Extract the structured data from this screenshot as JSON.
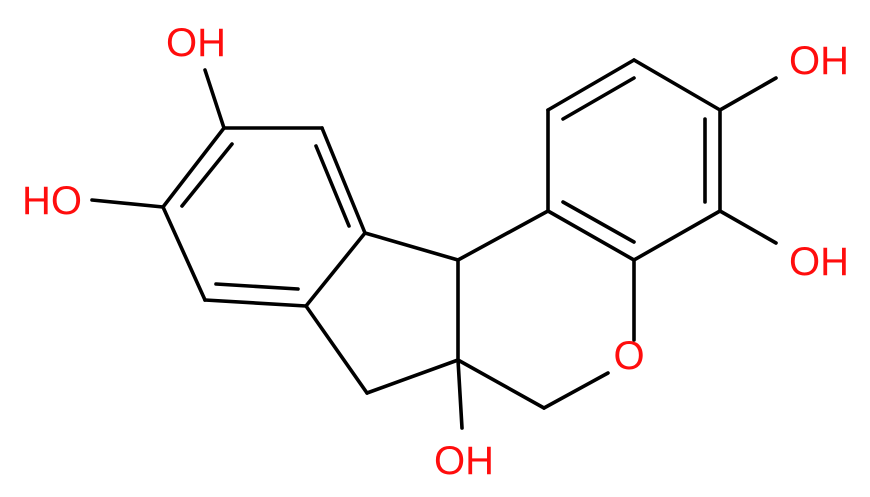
{
  "molecule": {
    "colors": {
      "bond": "#000000",
      "heteroatom_oxygen": "#ff0d0d",
      "background": "#ffffff"
    },
    "labels": {
      "oh_top_left": "OH",
      "oh_left": "HO",
      "oh_top_right": "OH",
      "oh_right": "OH",
      "ring_oxygen": "O",
      "oh_bottom": "OH"
    }
  }
}
